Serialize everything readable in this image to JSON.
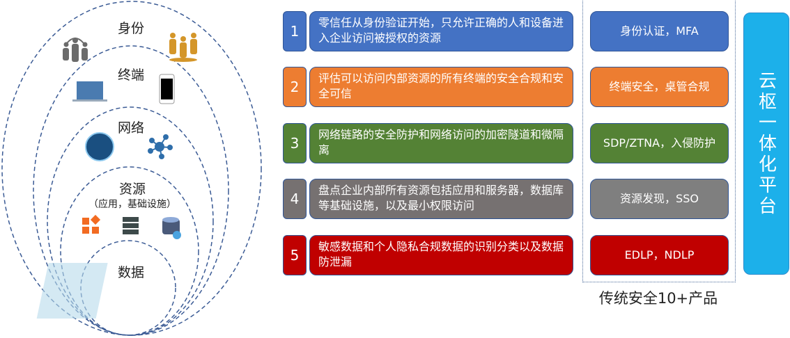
{
  "layers": [
    {
      "label": "身份"
    },
    {
      "label": "终端"
    },
    {
      "label": "网络"
    },
    {
      "label": "资源",
      "sublabel": "（应用，基础设施）"
    },
    {
      "label": "数据"
    }
  ],
  "icons": [
    "people-group-icon",
    "team-icon",
    "laptop-icon",
    "smartphone-icon",
    "globe-icon",
    "network-nodes-icon",
    "apps-icon",
    "server-icon",
    "database-cloud-icon"
  ],
  "rows": [
    {
      "num": "1",
      "desc": "零信任从身份验证开始，只允许正确的人和设备进入企业访问被授权的资源",
      "product": "身份认证，MFA",
      "color": "#4472c4"
    },
    {
      "num": "2",
      "desc": "评估可以访问内部资源的所有终端的安全合规和安全可信",
      "product": "终端安全，桌管合规",
      "color": "#ed7d31"
    },
    {
      "num": "3",
      "desc": "网络链路的安全防护和网络访问的加密隧道和微隔离",
      "product": "SDP/ZTNA，入侵防护",
      "color": "#548235"
    },
    {
      "num": "4",
      "desc": "盘点企业内部所有资源包括应用和服务器，数据库等基础设施，以及最小权限访问",
      "product": "资源发现，SSO",
      "color": "#767171",
      "product_color": "#7f7f7f"
    },
    {
      "num": "5",
      "desc": "敏感数据和个人隐私合规数据的识别分类以及数据防泄漏",
      "product": "EDLP，NDLP",
      "color": "#c00000"
    }
  ],
  "traditional_label": "传统安全10+产品",
  "platform_label": "云枢一体化平台"
}
